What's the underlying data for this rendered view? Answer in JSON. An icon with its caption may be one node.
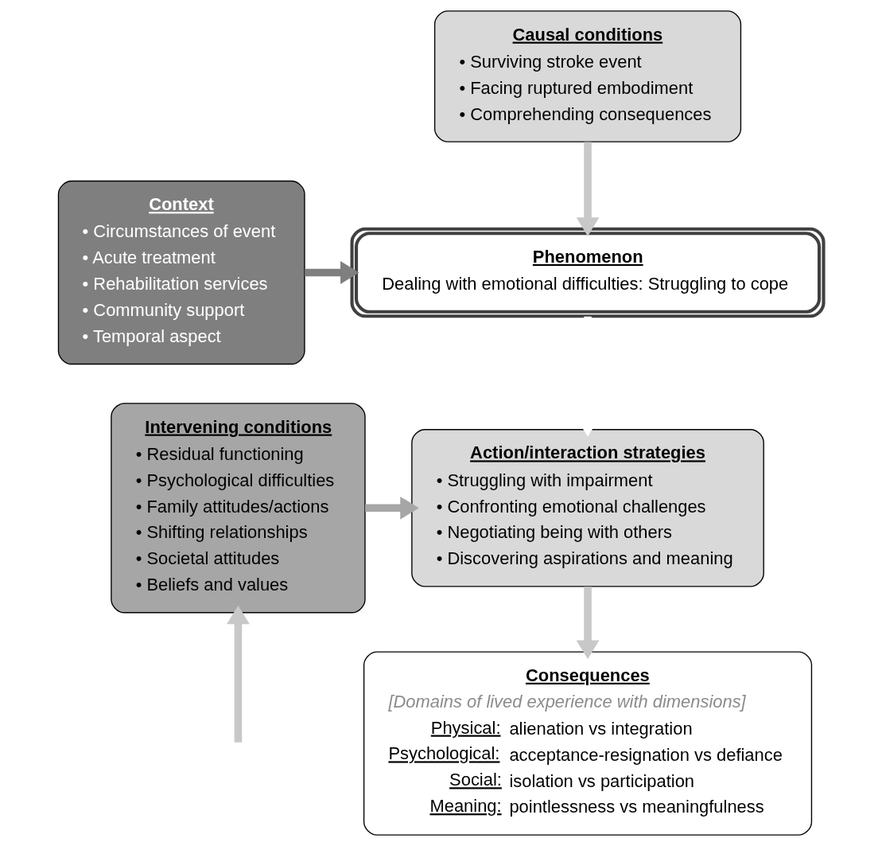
{
  "diagram": {
    "nodes": [
      {
        "text": [
          "Causal conditions",
          "• Surviving stroke event",
          "• Facing ruptured embodiment",
          "• Comprehending consequences"
        ]
      },
      {
        "text": [
          "Phenomenon",
          "Dealing with emotional difficulties: Struggling to cope"
        ]
      },
      {
        "text": [
          "Context",
          "• Circumstances of event",
          "• Acute treatment",
          "• Rehabilitation services",
          "• Community support",
          "• Temporal aspect"
        ]
      },
      {
        "text": [
          "Action/interaction strategies",
          "• Struggling with impairment",
          "• Confronting emotional challenges",
          "• Negotiating being with others",
          "• Discovering aspirations and meaning"
        ]
      },
      {
        "text": [
          "Intervening conditions",
          "• Residual functioning",
          "• Psychological difficulties",
          "• Family attitudes/actions",
          "• Shifting relationships",
          "• Societal attitudes",
          "• Beliefs and values"
        ]
      },
      {
        "text": [
          "Consequences",
          "[Domains of lived experience with dimensions]",
          "Physical:",
          "alienation vs integration",
          "Psychological:",
          "acceptance-resignation vs defiance",
          "Social:",
          "isolation vs participation",
          "Meaning:",
          "pointlessness vs meaningfulness"
        ]
      }
    ],
    "edges": [
      {
        "from": 0,
        "to": 1,
        "arrow": "to"
      },
      {
        "from": 2,
        "to": 1,
        "arrow": "to",
        "color": "#7f7f7f"
      },
      {
        "from": 1,
        "to": 3,
        "arrow": "to",
        "color": "#ffffff"
      },
      {
        "from": 4,
        "to": 3,
        "arrow": "to",
        "color": "#a6a6a6"
      },
      {
        "from": 3,
        "to": 5,
        "arrow": "to"
      },
      {
        "from": null,
        "to": 4,
        "arrow": "to"
      }
    ]
  }
}
